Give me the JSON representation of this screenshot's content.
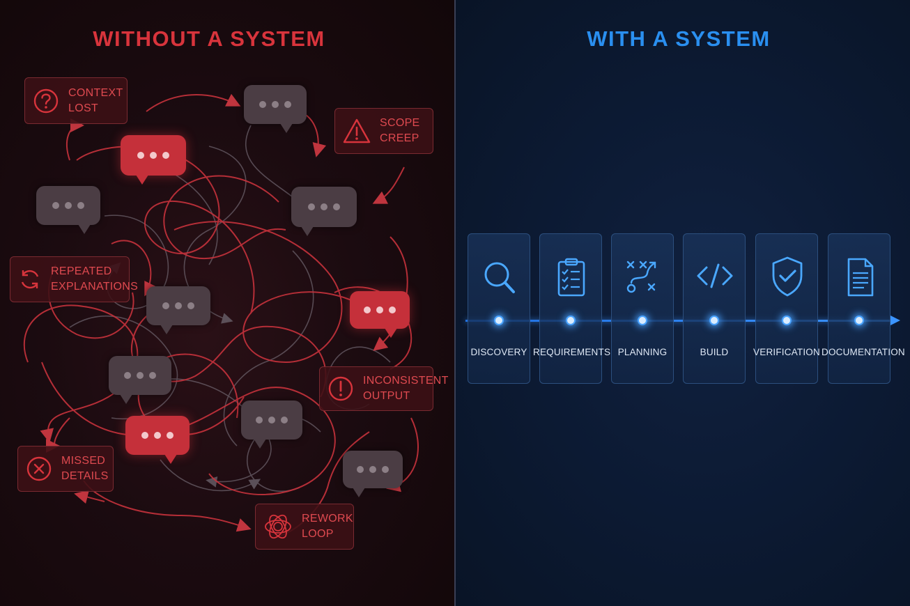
{
  "left_panel": {
    "title": "WITHOUT A SYSTEM",
    "issues": [
      {
        "label": "CONTEXT\nLOST",
        "icon": "question-circle-icon"
      },
      {
        "label": "SCOPE\nCREEP",
        "icon": "warning-triangle-icon"
      },
      {
        "label": "REPEATED\nEXPLANATIONS",
        "icon": "refresh-icon"
      },
      {
        "label": "INCONSISTENT\nOUTPUT",
        "icon": "exclamation-circle-icon"
      },
      {
        "label": "MISSED\nDETAILS",
        "icon": "x-circle-icon"
      },
      {
        "label": "REWORK\nLOOP",
        "icon": "tangle-icon"
      }
    ],
    "accent_color": "#d8343c"
  },
  "right_panel": {
    "title": "WITH A SYSTEM",
    "stages": [
      {
        "label": "DISCOVERY",
        "icon": "magnifier-icon"
      },
      {
        "label": "REQUIREMENTS",
        "icon": "clipboard-checklist-icon"
      },
      {
        "label": "PLANNING",
        "icon": "strategy-play-icon"
      },
      {
        "label": "BUILD",
        "icon": "code-brackets-icon"
      },
      {
        "label": "VERIFICATION",
        "icon": "shield-check-icon"
      },
      {
        "label": "DOCUMENTATION",
        "icon": "document-icon"
      }
    ],
    "accent_color": "#2a8ff0"
  }
}
